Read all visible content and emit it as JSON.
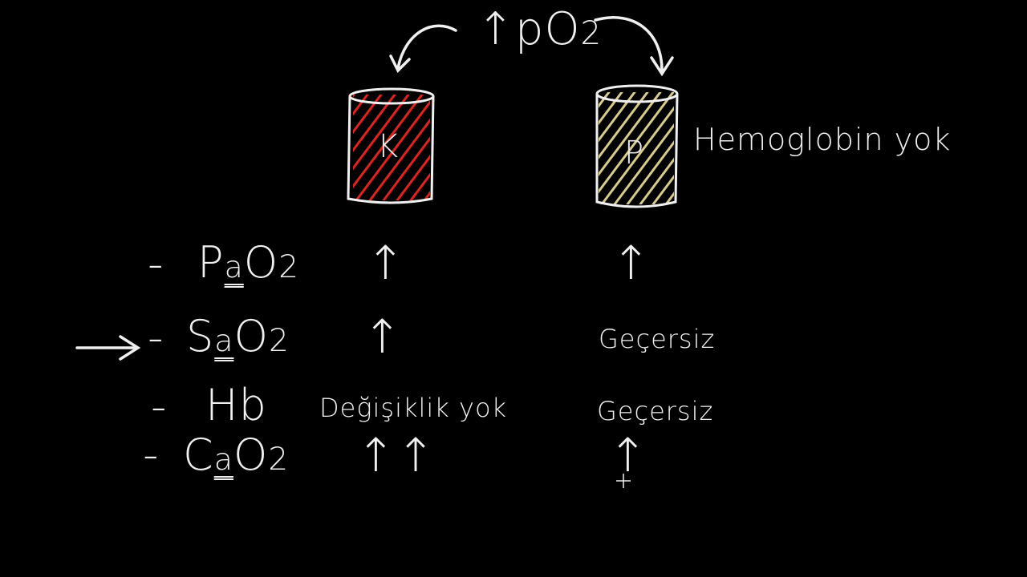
{
  "top": {
    "arrow": "↑",
    "text": "pO",
    "sub": "2"
  },
  "containers": [
    {
      "letter": "K",
      "fill_color": "#e2221f"
    },
    {
      "letter": "P",
      "fill_color": "#d8cc8c",
      "note": "Hemoglobin yok"
    }
  ],
  "rows": [
    {
      "bullet": "-",
      "base": "P",
      "mid": "a",
      "tail": "O",
      "sub": "2",
      "k": "↑",
      "p": "↑"
    },
    {
      "bullet": "-",
      "base": "S",
      "mid": "a",
      "tail": "O",
      "sub": "2",
      "k": "↑",
      "p": "Geçersiz"
    },
    {
      "bullet": "-",
      "base": "Hb",
      "mid": "",
      "tail": "",
      "sub": "",
      "k": "Değişiklik yok",
      "p": "Geçersiz"
    },
    {
      "bullet": "-",
      "base": "C",
      "mid": "a",
      "tail": "O",
      "sub": "2",
      "k": "↑↑",
      "p": "↑"
    }
  ],
  "colors": {
    "chalk": "#f0f0f0",
    "background": "#000000"
  }
}
